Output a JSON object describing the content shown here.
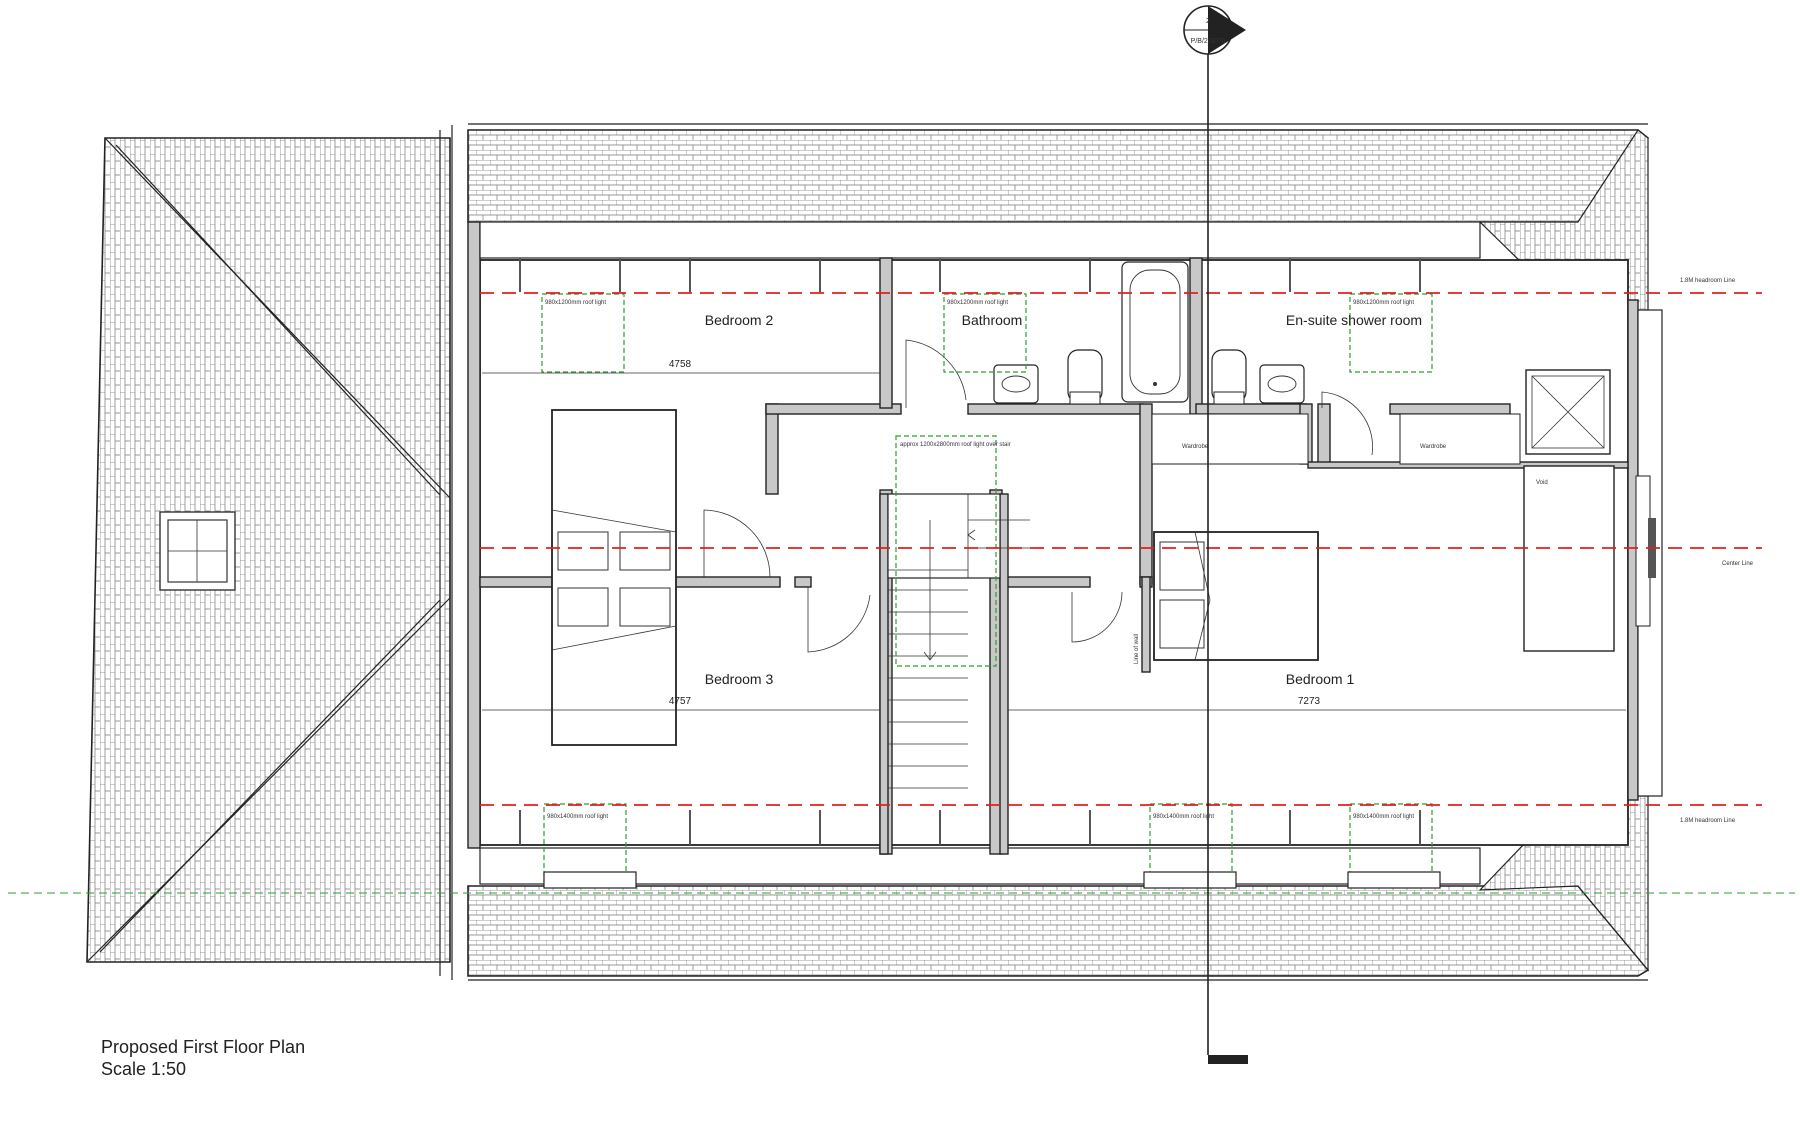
{
  "title": "Proposed First Floor Plan",
  "scale": "Scale 1:50",
  "section_marker": {
    "number": "2",
    "reference": "P/B/2037/6"
  },
  "rooms": {
    "bedroom_2": "Bedroom 2",
    "bedroom_3": "Bedroom 3",
    "bedroom_1": "Bedroom 1",
    "bathroom": "Bathroom",
    "ensuite": "En-suite shower room"
  },
  "dimensions": {
    "bedroom_2": "4758",
    "bedroom_3": "4757",
    "bedroom_1": "7273"
  },
  "reference_lines": {
    "top": "1.8M headroom Line",
    "center": "Center Line",
    "bottom": "1.8M headroom Line"
  },
  "rooflights": {
    "top_1": "980x1200mm roof light",
    "top_2": "980x1200mm roof light",
    "top_3": "980x1200mm roof light",
    "stair": "approx 1200x2800mm roof light over stair",
    "bottom_1": "980x1400mm roof light",
    "bottom_2": "980x1400mm roof light",
    "bottom_3": "980x1400mm roof light"
  },
  "annotations": {
    "wardrobe_1": "Wardrobe",
    "wardrobe_2": "Wardrobe",
    "void": "Void",
    "line_label": "Line of wall"
  },
  "colors": {
    "headroom_line": "#e02020",
    "rooflight": "#2aa02a",
    "wall_fill": "#c8c8c8"
  }
}
